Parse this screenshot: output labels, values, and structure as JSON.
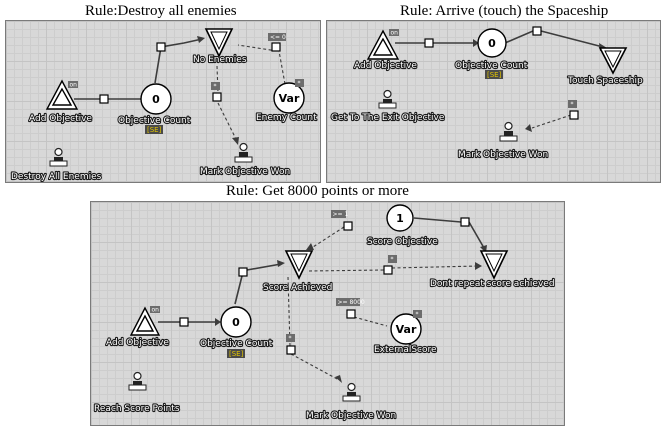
{
  "panels": [
    {
      "title": "Rule:Destroy all enemies",
      "nodes": {
        "add_objective": {
          "label": "Add Objective",
          "tag": "on"
        },
        "objective_count": {
          "label": "Objective Count",
          "value": "0",
          "badge": "[SE]"
        },
        "no_enemies": {
          "label": "No Enemies",
          "condition": "<= 0"
        },
        "enemy_count": {
          "label": "Enemy Count",
          "value": "Var",
          "tag": "*"
        },
        "mark_won": {
          "label": "Mark Objective Won",
          "port": "*"
        },
        "objective_name": {
          "label": "Destroy All Enemies"
        }
      }
    },
    {
      "title": "Rule: Arrive (touch) the Spaceship",
      "nodes": {
        "add_objective": {
          "label": "Add Objective",
          "tag": "on"
        },
        "objective_count": {
          "label": "Objective Count",
          "value": "0",
          "badge": "[SE]"
        },
        "touch_spaceship": {
          "label": "Touch Spaceship"
        },
        "mark_won": {
          "label": "Mark Objective Won",
          "port": "*"
        },
        "objective_name": {
          "label": "Get To The Exit Objective"
        }
      }
    },
    {
      "title": "Rule: Get 8000 points or more",
      "nodes": {
        "add_objective": {
          "label": "Add Objective",
          "tag": "on"
        },
        "objective_count": {
          "label": "Objective Count",
          "value": "0",
          "badge": "[SE]"
        },
        "score_achieved": {
          "label": "Score Achieved",
          "port": "*"
        },
        "score_objective": {
          "label": "Score Objective",
          "value": "1",
          "condition": ">= 1"
        },
        "dont_repeat": {
          "label": "Dont repeat score achieved",
          "port": "*"
        },
        "external_score": {
          "label": "ExternalScore",
          "value": "Var",
          "condition": ">= 8000",
          "tag": "*"
        },
        "mark_won": {
          "label": "Mark Objective Won"
        },
        "objective_name": {
          "label": "Reach Score Points"
        }
      }
    }
  ],
  "colors": {
    "grid_background": "#d8d8d8",
    "badge": "#e2c400",
    "node_fill": "#ffffff",
    "label_outline": "#1a1a1a"
  },
  "icons": [
    "triangle-outline-icon",
    "trophy-icon",
    "downward-triangle-icon",
    "circle-node-icon"
  ]
}
